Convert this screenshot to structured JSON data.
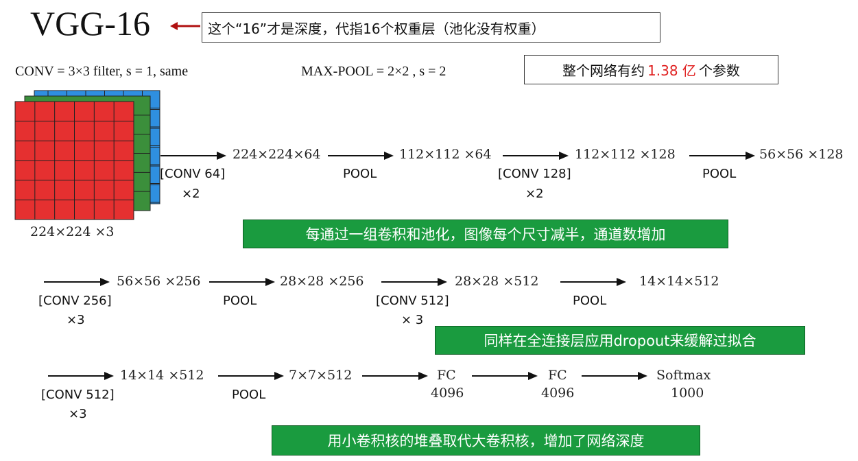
{
  "title": "VGG-16",
  "note_depth": "这个“16”才是深度，代指16个权重层（池化没有权重）",
  "note_params": {
    "prefix": "整个网络有约",
    "value": "1.38 亿",
    "suffix": "个参数"
  },
  "legend": {
    "conv": "CONV = 3×3 filter, s = 1, same",
    "pool": "MAX-POOL = 2×2 , s = 2"
  },
  "input_label": "224×224 ×3",
  "row1": {
    "dims": [
      "224×224×64",
      "112×112 ×64",
      "112×112 ×128",
      "56×56 ×128"
    ],
    "ops": [
      "[CONV 64]",
      "POOL",
      "[CONV 128]",
      "POOL"
    ],
    "reps": [
      "×2",
      "",
      "×2",
      ""
    ]
  },
  "row2": {
    "dims": [
      "56×56 ×256",
      "28×28 ×256",
      "28×28 ×512",
      "14×14×512"
    ],
    "ops": [
      "[CONV 256]",
      "POOL",
      "[CONV 512]",
      "POOL"
    ],
    "reps": [
      "×3",
      "",
      "× 3",
      ""
    ]
  },
  "row3": {
    "dims": [
      "14×14 ×512",
      "7×7×512",
      "FC",
      "FC",
      "Softmax"
    ],
    "dims_sub": [
      "",
      "",
      "4096",
      "4096",
      "1000"
    ],
    "ops": [
      "[CONV 512]",
      "POOL"
    ],
    "reps": [
      "×3",
      ""
    ]
  },
  "callouts": {
    "halving": "每通过一组卷积和池化，图像每个尺寸减半，通道数增加",
    "dropout": "同样在全连接层应用dropout来缓解过拟合",
    "small_kernels": "用小卷积核的堆叠取代大卷积核，增加了网络深度"
  },
  "colors": {
    "red": "#e53030",
    "green": "#3b8f3b",
    "blue": "#2f8fe0",
    "callout_bg": "#1a9b3f",
    "highlight": "#e02020"
  }
}
